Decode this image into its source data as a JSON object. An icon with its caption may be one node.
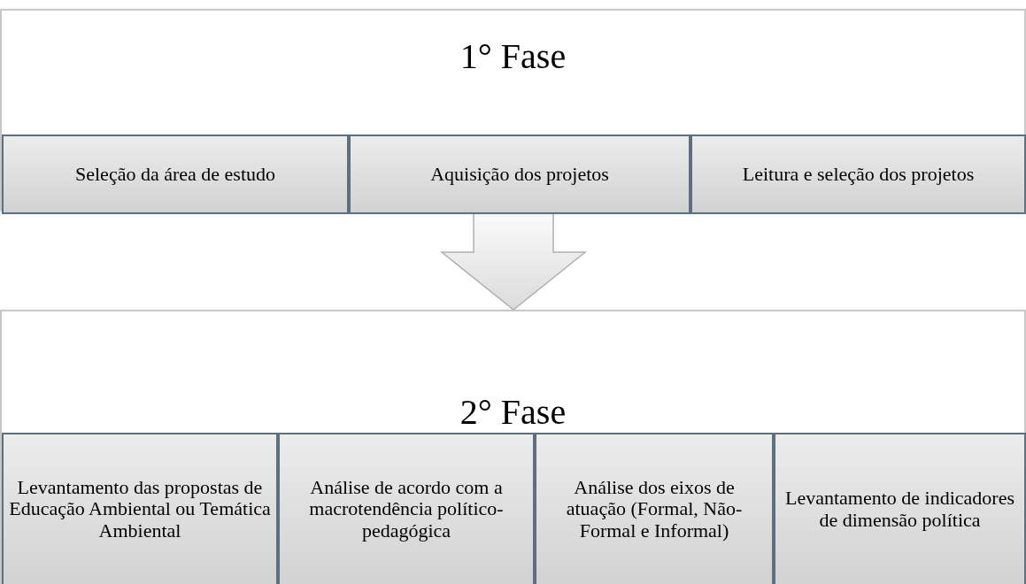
{
  "diagram": {
    "nodes": [
      {
        "text": [
          "1° Fase"
        ]
      },
      {
        "text": [
          "Seleção da área de estudo"
        ],
        "in": 0
      },
      {
        "text": [
          "Aquisição dos projetos"
        ],
        "in": 0
      },
      {
        "text": [
          "Leitura e seleção dos projetos"
        ],
        "in": 0
      },
      {
        "text": [
          "2° Fase"
        ]
      },
      {
        "text": [
          "Levantamento das propostas de Educação Ambiental ou Temática Ambiental"
        ],
        "in": 4
      },
      {
        "text": [
          "Análise de acordo com a macrotendência político-pedagógica"
        ],
        "in": 4
      },
      {
        "text": [
          "Análise dos eixos de atuação (Formal, Não-Formal e Informal)"
        ],
        "in": 4
      },
      {
        "text": [
          "Levantamento de indicadores de dimensão política"
        ],
        "in": 4
      }
    ],
    "edges": [
      {
        "from": 0,
        "to": 4,
        "arrow": "to",
        "style": "thick"
      }
    ]
  }
}
